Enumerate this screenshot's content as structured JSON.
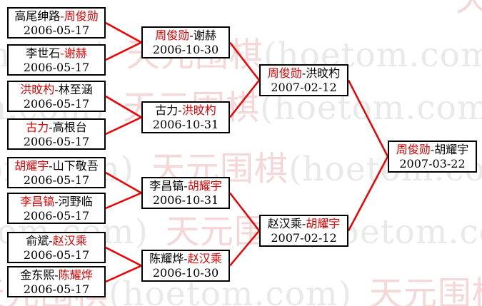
{
  "watermark": {
    "cjk": "天元围棋",
    "latin": "(hoetom.com)"
  },
  "colors": {
    "connector_line": "#f00000",
    "winner_text": "#e00000",
    "loser_text": "#000000",
    "box_border": "#000000",
    "watermark_cjk": "#f5d7d7",
    "watermark_latin": "#e7eae7"
  },
  "rounds": [
    {
      "matches": [
        {
          "parts": [
            {
              "text": "高尾绅路",
              "cls": "blk"
            },
            {
              "text": "-周俊勋",
              "cls": "red"
            }
          ],
          "date": "2006-05-17"
        },
        {
          "parts": [
            {
              "text": "李世石",
              "cls": "blk"
            },
            {
              "text": "-谢赫",
              "cls": "red"
            }
          ],
          "date": "2006-05-17"
        },
        {
          "parts": [
            {
              "text": "洪旼杓",
              "cls": "red"
            },
            {
              "text": "-林至涵",
              "cls": "blk"
            }
          ],
          "date": "2006-05-17"
        },
        {
          "parts": [
            {
              "text": "古力",
              "cls": "red"
            },
            {
              "text": "-高根台",
              "cls": "blk"
            }
          ],
          "date": "2006-05-17"
        },
        {
          "parts": [
            {
              "text": "胡耀宇",
              "cls": "red"
            },
            {
              "text": "-山下敬吾",
              "cls": "blk"
            }
          ],
          "date": "2006-05-17"
        },
        {
          "parts": [
            {
              "text": "李昌镐",
              "cls": "red"
            },
            {
              "text": "-河野临",
              "cls": "blk"
            }
          ],
          "date": "2006-05-17"
        },
        {
          "parts": [
            {
              "text": "俞斌-",
              "cls": "blk"
            },
            {
              "text": "赵汉乘",
              "cls": "red"
            }
          ],
          "date": "2006-05-17"
        },
        {
          "parts": [
            {
              "text": "金东熙-",
              "cls": "blk"
            },
            {
              "text": "陈耀烨",
              "cls": "red"
            }
          ],
          "date": "2006-05-17"
        }
      ]
    },
    {
      "matches": [
        {
          "parts": [
            {
              "text": "周俊勋",
              "cls": "red"
            },
            {
              "text": "-谢赫",
              "cls": "blk"
            }
          ],
          "date": "2006-10-30"
        },
        {
          "parts": [
            {
              "text": "古力-",
              "cls": "blk"
            },
            {
              "text": "洪旼杓",
              "cls": "red"
            }
          ],
          "date": "2006-10-31"
        },
        {
          "parts": [
            {
              "text": "李昌镐-",
              "cls": "blk"
            },
            {
              "text": "胡耀宇",
              "cls": "red"
            }
          ],
          "date": "2006-10-31"
        },
        {
          "parts": [
            {
              "text": "陈耀烨-",
              "cls": "blk"
            },
            {
              "text": "赵汉乘",
              "cls": "red"
            }
          ],
          "date": "2006-10-30"
        }
      ]
    },
    {
      "matches": [
        {
          "parts": [
            {
              "text": "周俊勋",
              "cls": "red"
            },
            {
              "text": "-洪旼杓",
              "cls": "blk"
            }
          ],
          "date": "2007-02-12"
        },
        {
          "parts": [
            {
              "text": "赵汉乘-",
              "cls": "blk"
            },
            {
              "text": "胡耀宇",
              "cls": "red"
            }
          ],
          "date": "2007-02-12"
        }
      ]
    },
    {
      "matches": [
        {
          "parts": [
            {
              "text": "周俊勋",
              "cls": "red"
            },
            {
              "text": "-胡耀宇",
              "cls": "blk"
            }
          ],
          "date": "2007-03-22"
        }
      ]
    }
  ]
}
